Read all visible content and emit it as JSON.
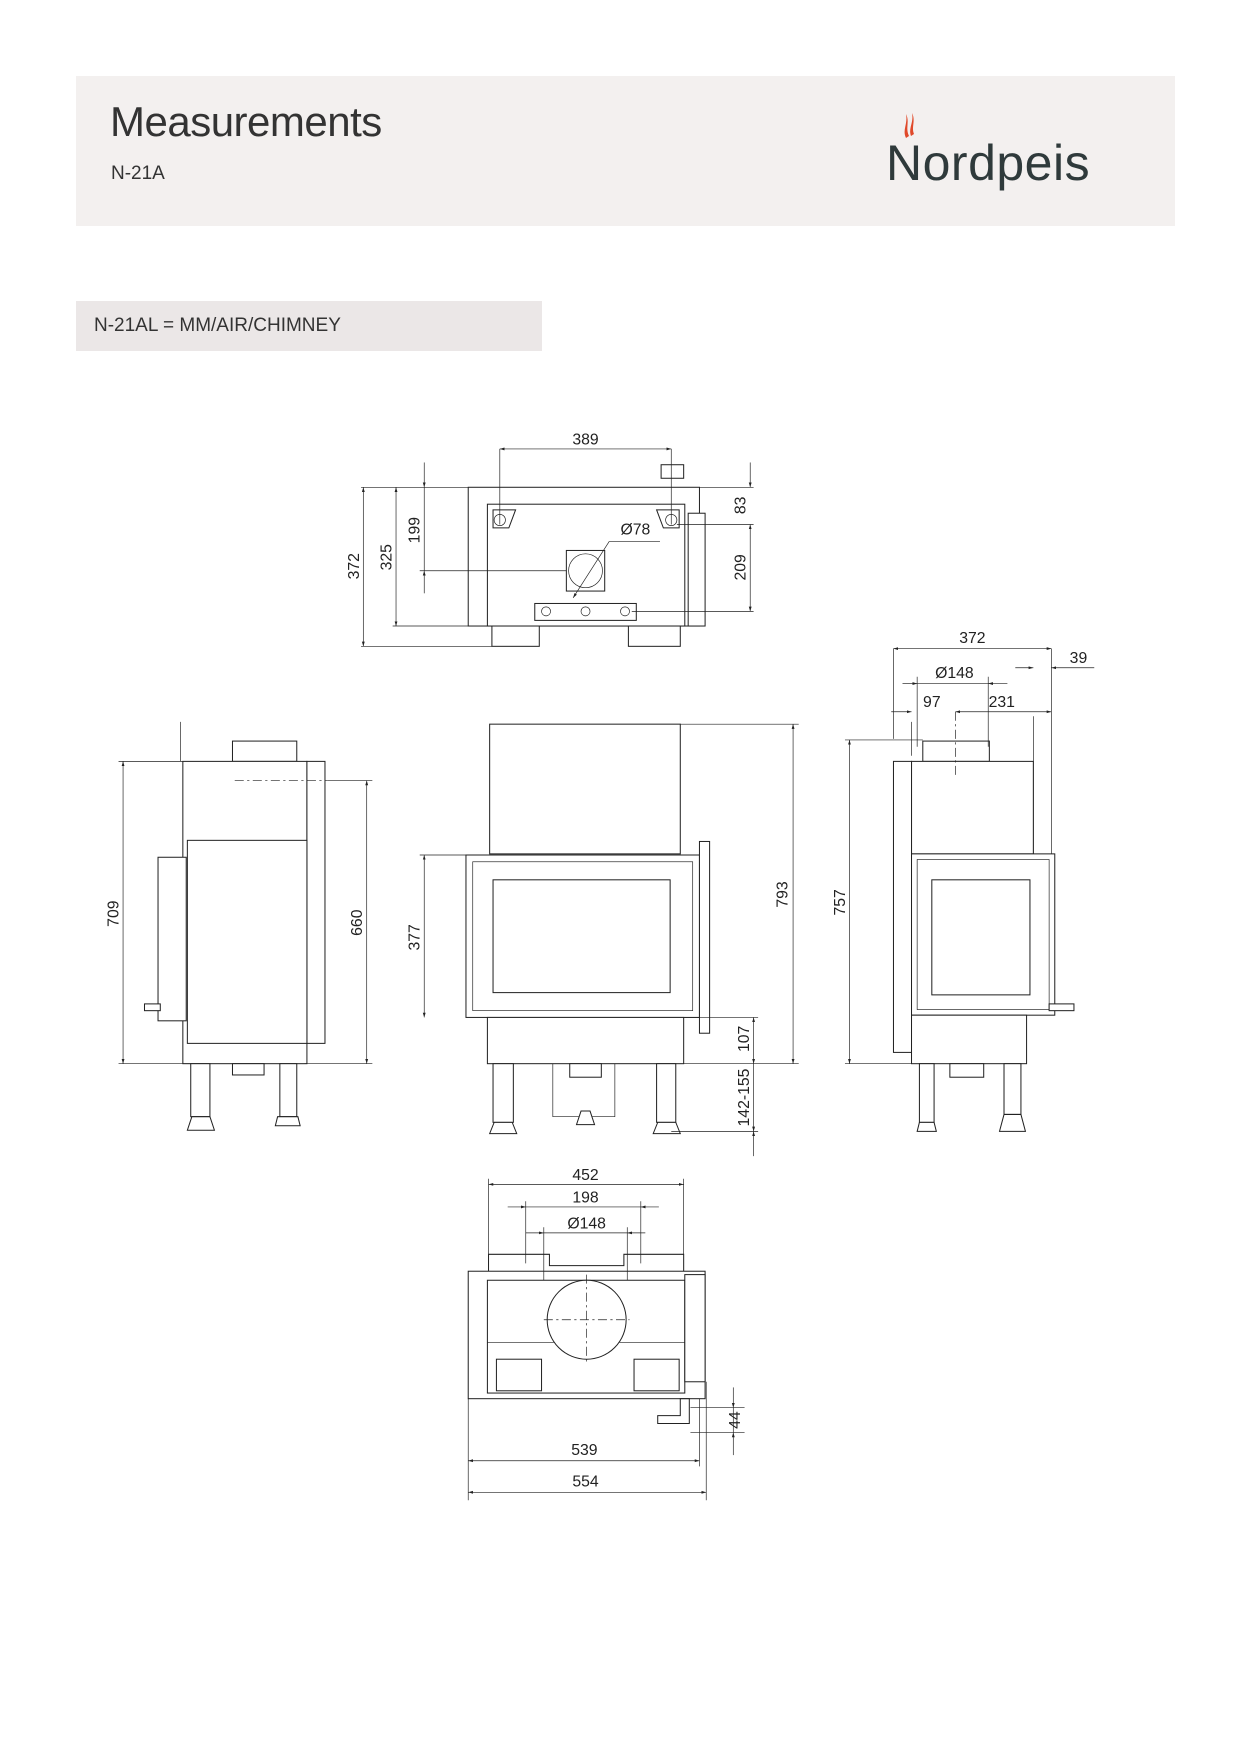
{
  "header": {
    "title": "Measurements",
    "model": "N-21A",
    "logo_text": "Nordpeis",
    "logo_flame_color": "#e0492a"
  },
  "variant_bar": {
    "label": "N-21AL = MM/AIR/CHIMNEY"
  },
  "drawings": {
    "top_view": {
      "width_389": "389",
      "flue_diameter": "Ø78",
      "depth_372": "372",
      "depth_325": "325",
      "depth_199": "199",
      "offset_83": "83",
      "offset_209": "209"
    },
    "left_side_view": {
      "height_709": "709",
      "height_660": "660"
    },
    "front_view": {
      "door_height": "377",
      "total_height": "793",
      "base_height": "107",
      "leg_height": "142-155"
    },
    "right_side_view": {
      "depth": "372",
      "offset_39": "39",
      "flue_diameter": "Ø148",
      "offset_97": "97",
      "offset_231": "231",
      "height": "757"
    },
    "bottom_view": {
      "width_452": "452",
      "width_198": "198",
      "flue_diameter": "Ø148",
      "offset_44": "44",
      "width_539": "539",
      "width_554": "554"
    }
  }
}
